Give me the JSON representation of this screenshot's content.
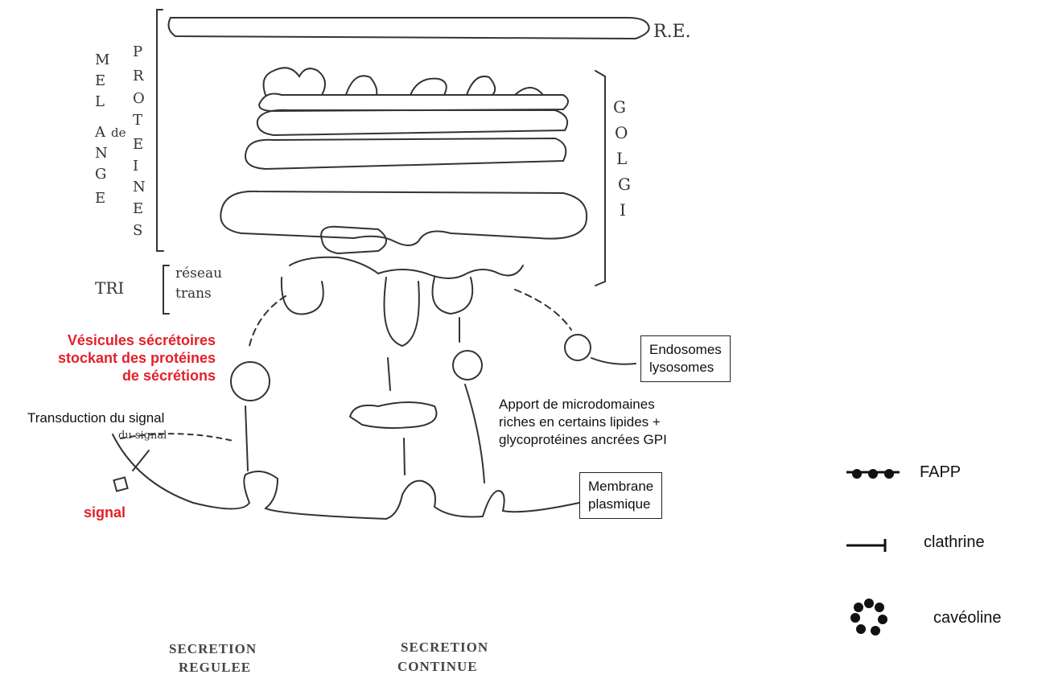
{
  "hand": {
    "re": "R.E.",
    "melange": [
      "M",
      "E",
      "L",
      "A",
      "N",
      "G",
      "E"
    ],
    "de": "de",
    "proteines": [
      "P",
      "R",
      "O",
      "T",
      "E",
      "I",
      "N",
      "E",
      "S"
    ],
    "golgi": [
      "G",
      "O",
      "L",
      "G",
      "I"
    ],
    "tri": "TRI",
    "reseau": "réseau",
    "trans": "trans",
    "du_signal": "du signal",
    "secretion_reg_1": "SECRETION",
    "secretion_reg_2": "REGULEE",
    "secretion_cont_1": "SECRETION",
    "secretion_cont_2": "CONTINUE"
  },
  "labels": {
    "vesicules_1": "Vésicules sécrétoires",
    "vesicules_2": "stockant des protéines",
    "vesicules_3": "de sécrétions",
    "transduction": "Transduction du signal",
    "signal": "signal",
    "apport_1": "Apport de microdomaines",
    "apport_2": "riches en certains lipides +",
    "apport_3": "glycoprotéines ancrées GPI",
    "endosomes_1": "Endosomes",
    "endosomes_2": "lysosomes",
    "membrane_1": "Membrane",
    "membrane_2": "plasmique"
  },
  "legend": {
    "fapp": "FAPP",
    "clathrine": "clathrine",
    "caveoline": "cavéoline"
  },
  "colors": {
    "red": "#e4202a",
    "ink": "#333333"
  }
}
